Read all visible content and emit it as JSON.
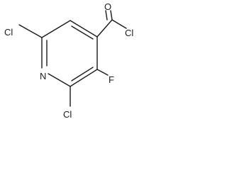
{
  "molecule": {
    "atoms": {
      "cl_top_left": "Cl",
      "cl_bottom_left": "Cl",
      "cl_acyl": "Cl",
      "nitrogen": "N",
      "fluorine": "F",
      "oxygen": "O"
    }
  },
  "colors": {
    "ink": "#1a1a1a",
    "background": "#ffffff"
  }
}
